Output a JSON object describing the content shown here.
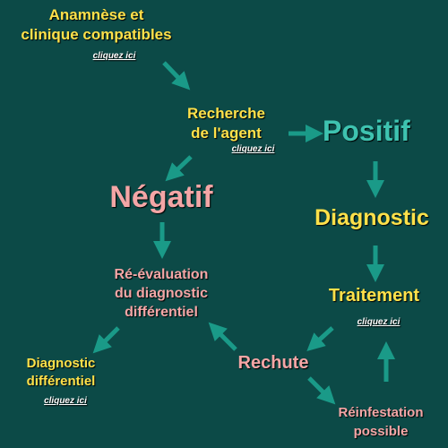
{
  "link_label": "cliquez ici",
  "anamnese": {
    "line1": "Anamnèse et",
    "line2": "clinique compatibles"
  },
  "recherche": {
    "line1": "Recherche",
    "line2": "de l'agent"
  },
  "positif": "Positif",
  "negatif": "Négatif",
  "diagnostic": "Diagnostic",
  "reevaluation": {
    "line1": "Ré-évaluation",
    "line2": "du diagnostic",
    "line3": "différentiel"
  },
  "traitement": "Traitement",
  "diagnostic_differentiel": {
    "line1": "Diagnostic",
    "line2": "différentiel"
  },
  "rechute": "Rechute",
  "reinfestation": {
    "line1": "Réinfestation",
    "line2": "possible"
  },
  "colors": {
    "background": "#0c4a47",
    "arrow": "#1a9a88",
    "yellow": "#ffe14a",
    "pink": "#f4a6a6",
    "teal": "#3ec3b0"
  }
}
